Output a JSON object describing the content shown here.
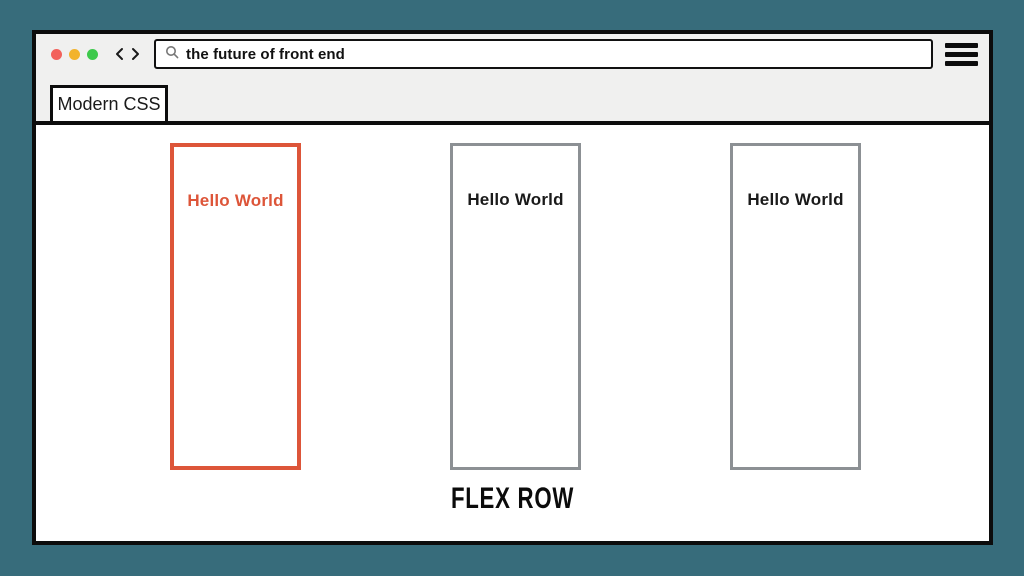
{
  "colors": {
    "background_teal": "#376C7B",
    "accent_orange": "#DD5539",
    "box_border_gray": "#8C9094",
    "traffic_light_red": "#F2615B",
    "traffic_light_yellow": "#F2B32C",
    "traffic_light_green": "#3DC94B"
  },
  "browser": {
    "window_controls": [
      "close",
      "minimize",
      "maximize"
    ],
    "back_icon": "chevron-left",
    "forward_icon": "chevron-right",
    "search": {
      "icon": "magnifier",
      "value": "the future of front end"
    },
    "menu_icon": "hamburger",
    "tab": {
      "label": "Modern CSS"
    }
  },
  "page": {
    "boxes": [
      {
        "label": "Hello World",
        "highlighted": true
      },
      {
        "label": "Hello World",
        "highlighted": false
      },
      {
        "label": "Hello World",
        "highlighted": false
      }
    ],
    "caption": "FLEX ROW"
  }
}
